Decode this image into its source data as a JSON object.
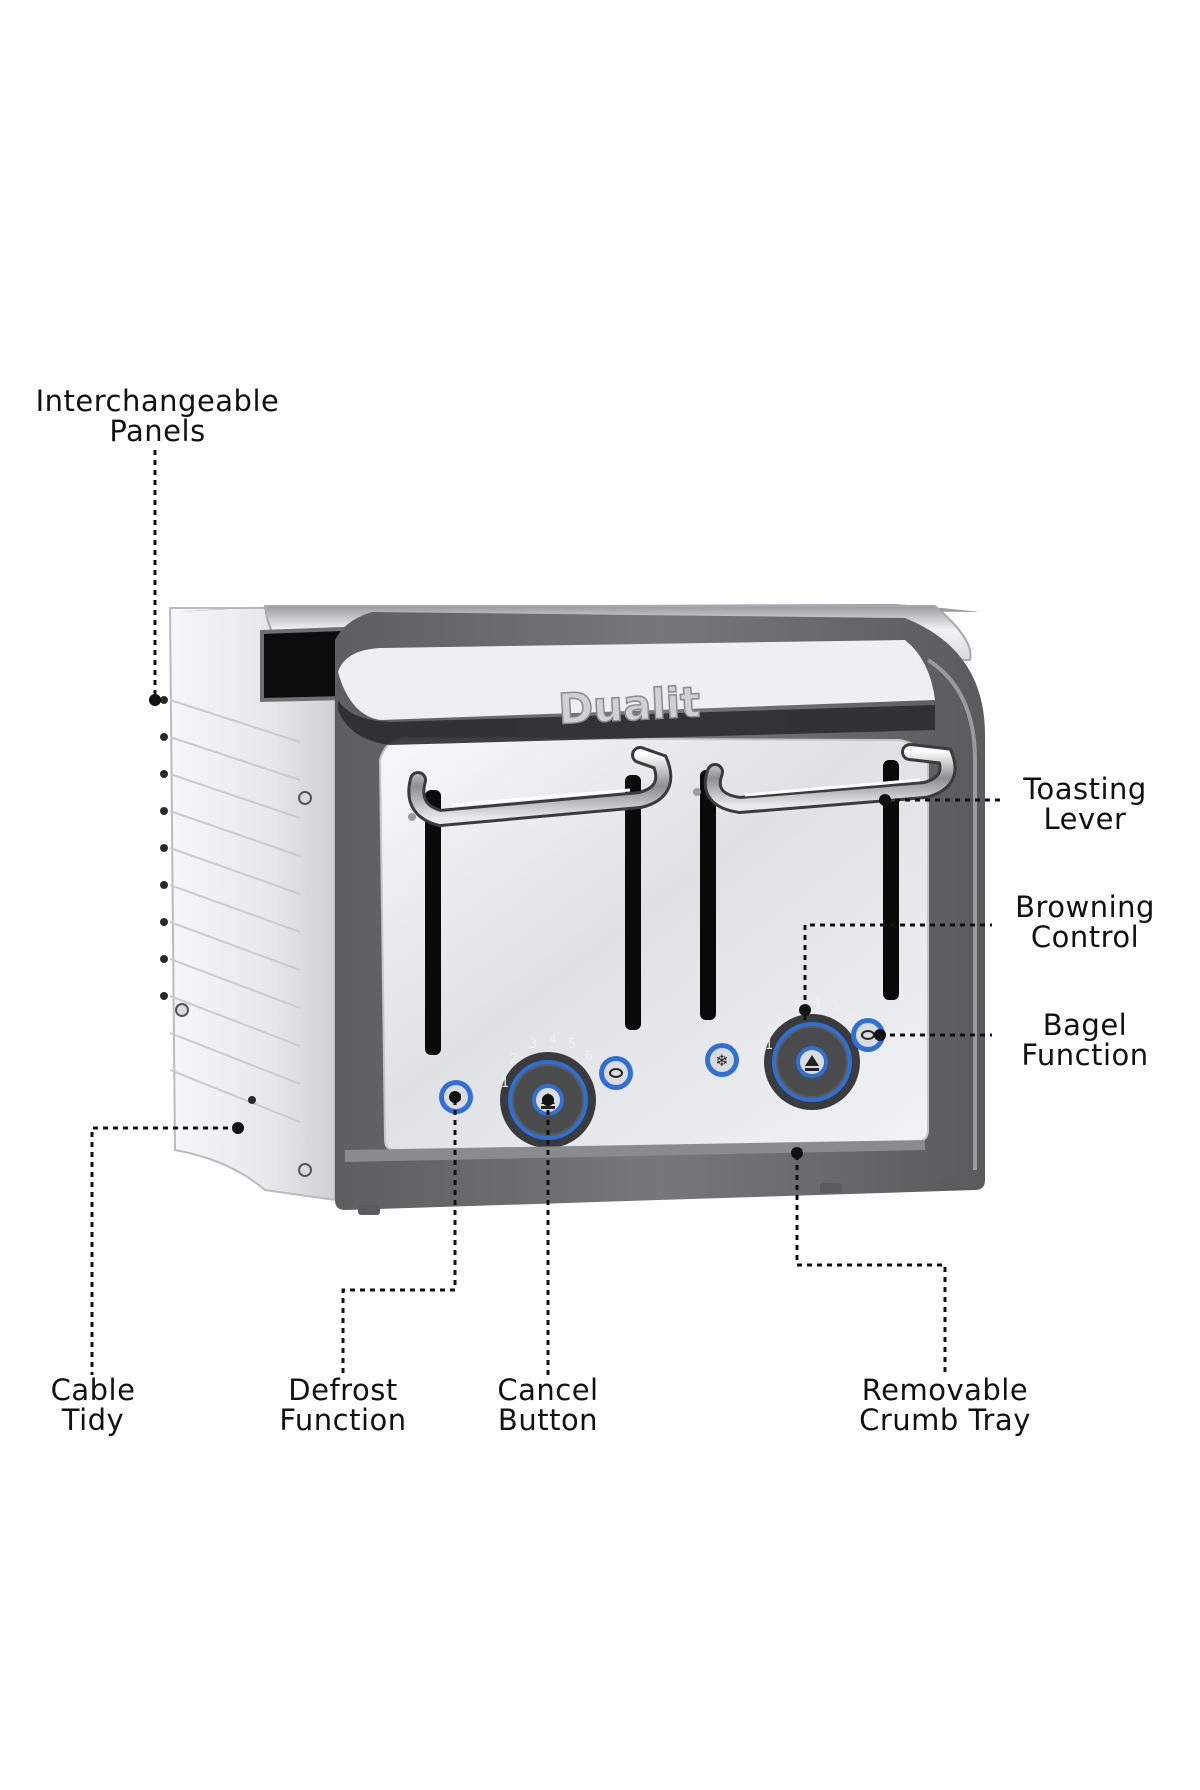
{
  "brand": "Dualit",
  "colors": {
    "frame": "#6f7071",
    "frame_dark": "#4f5051",
    "steel": "#e9eaec",
    "slot": "#0c0c0c",
    "accent": "#2f6fd6",
    "line": "#111111"
  },
  "dials": {
    "numbers": [
      "1",
      "2",
      "3",
      "4",
      "5",
      "6",
      "7"
    ]
  },
  "labels": {
    "interchangeable_panels": {
      "line1": "Interchangeable",
      "line2": "Panels"
    },
    "toasting_lever": {
      "line1": "Toasting",
      "line2": "Lever"
    },
    "browning_control": {
      "line1": "Browning",
      "line2": "Control"
    },
    "bagel_function": {
      "line1": "Bagel",
      "line2": "Function"
    },
    "cable_tidy": {
      "line1": "Cable",
      "line2": "Tidy"
    },
    "defrost_function": {
      "line1": "Defrost",
      "line2": "Function"
    },
    "cancel_button": {
      "line1": "Cancel",
      "line2": "Button"
    },
    "removable_crumb_tray": {
      "line1": "Removable",
      "line2": "Crumb Tray"
    }
  }
}
